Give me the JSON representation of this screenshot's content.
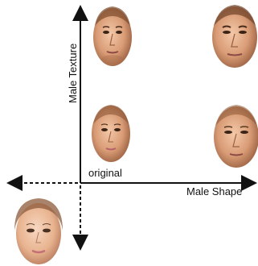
{
  "diagram": {
    "axis_x_label": "Male Shape",
    "axis_y_label": "Male Texture",
    "origin_label": "original",
    "colors": {
      "axis": "#111111",
      "skin_light": "#f1c7a6",
      "skin_mid": "#d89d77",
      "skin_dark": "#a86a48",
      "hair": "#5a3a22",
      "lips": "#b4616a"
    },
    "faces": [
      {
        "id": "top-left",
        "description_name": "male-texture-face"
      },
      {
        "id": "top-right",
        "description_name": "male-shape-and-texture-face"
      },
      {
        "id": "mid-left",
        "description_name": "original-face"
      },
      {
        "id": "mid-right",
        "description_name": "male-shape-face"
      },
      {
        "id": "bottom-left",
        "description_name": "opposite-direction-face"
      }
    ]
  }
}
